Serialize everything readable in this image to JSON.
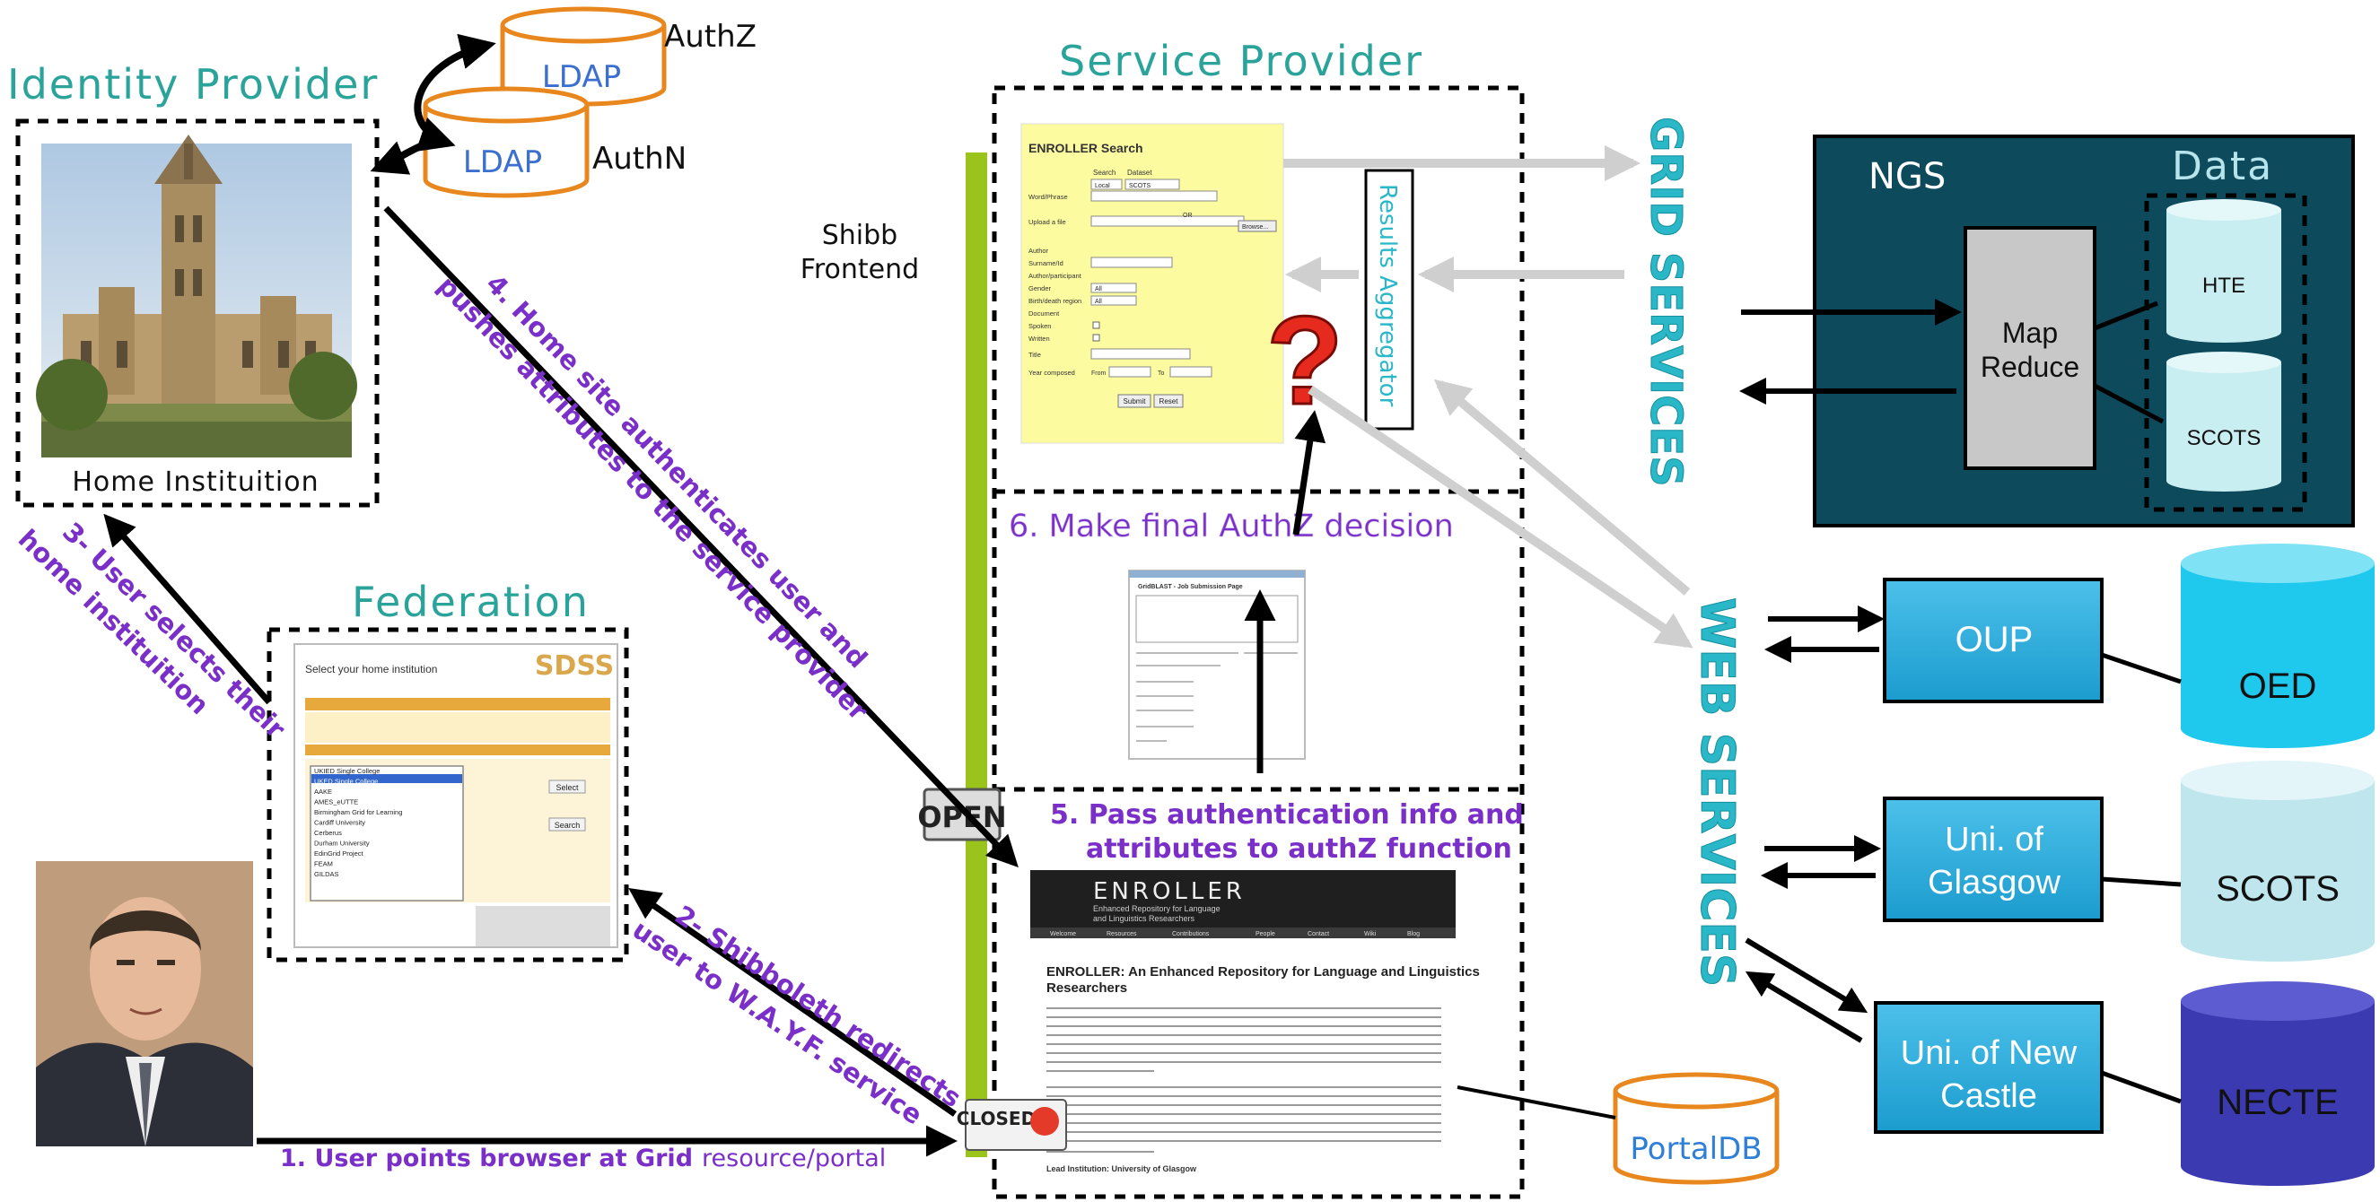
{
  "identity_provider": {
    "title": "Identity Provider",
    "caption": "Home Instituition",
    "ldap_authz": "LDAP",
    "ldap_authn": "LDAP",
    "authz_label": "AuthZ",
    "authn_label": "AuthN"
  },
  "federation": {
    "title": "Federation",
    "screenshot_title": "Select your home institution",
    "logo": "SDSS",
    "list": [
      "UKIED Single College",
      "UKED Single College",
      "AAKE",
      "AMES_eUTTE",
      "Birmingham Grid for Learning",
      "Cardiff University",
      "Cerberus",
      "Durham University",
      "EdinGrid Project",
      "FEAM",
      "GILDAS"
    ],
    "select_button": "Select",
    "search_button": "Search"
  },
  "service_provider": {
    "title": "Service Provider",
    "shibb_frontend": [
      "Shibb",
      "Frontend"
    ],
    "results_aggregator": "Results Aggregator",
    "enroller_search": {
      "title": "ENROLLER Search",
      "fields": [
        "Word/Phrase",
        "Upload a file",
        "Author",
        "Surname/Id",
        "Author/participant",
        "Gender",
        "Birth/death region",
        "Document",
        "Spoken",
        "Written",
        "Title",
        "Year composed"
      ],
      "search_col": "Search",
      "dataset_col": "Dataset",
      "search_value": "Local",
      "dataset_value": "SCOTS",
      "or": "OR",
      "browse": "Browse...",
      "all": "All",
      "from": "From",
      "to": "To",
      "submit": "Submit",
      "reset": "Reset"
    },
    "authz_decision": "6. Make final AuthZ decision",
    "gridblast": "GridBLAST - Job Submission Page",
    "pass_info": [
      "5. Pass authentication info and",
      "attributes to authZ function"
    ],
    "enroller_site": {
      "banner": "ENROLLER",
      "banner_sub": [
        "Enhanced Repository for Language",
        "and Linguistics Researchers"
      ],
      "nav": [
        "Welcome",
        "Resources",
        "Contributions",
        "People",
        "Contact",
        "Wiki",
        "Blog"
      ],
      "heading": [
        "ENROLLER: An Enhanced Repository for Language and Linguistics",
        "Researchers"
      ],
      "lead": "Lead Institution: University of Glasgow"
    },
    "open_sign": "OPEN",
    "closed_sign": "CLOSED",
    "portaldb": "PortalDB"
  },
  "steps": {
    "step1_bold": "1. User points browser at Grid",
    "step1_rest": "resource/portal",
    "step2": [
      "2- Shibboleth redirects",
      "user to W.A.Y.F. service"
    ],
    "step3": [
      "3- User selects their",
      "home instituition"
    ],
    "step4": [
      "4. Home site authenticates user and",
      "pushes attributes to the service provider"
    ]
  },
  "services": {
    "grid": "GRID SERVICES",
    "web": "WEB SERVICES"
  },
  "ngs": {
    "title": "NGS",
    "data_label": "Data",
    "mapreduce": [
      "Map",
      "Reduce"
    ],
    "hte": "HTE",
    "scots": "SCOTS"
  },
  "providers": [
    {
      "name": [
        "OUP"
      ],
      "db": "OED"
    },
    {
      "name": [
        "Uni. of",
        "Glasgow"
      ],
      "db": "SCOTS"
    },
    {
      "name": [
        "Uni. of New",
        "Castle"
      ],
      "db": "NECTE"
    }
  ],
  "colors": {
    "teal_title": "#2aa39a",
    "purple": "#7a2fc8",
    "ldap_orange": "#e8871e",
    "ldap_text": "#3b6fd0",
    "cyan_services": "#2ab7c8",
    "ngs_bg": "#0d4a5c",
    "provider_blue": "#1fb0d8",
    "oed_cyan": "#1fc9ee",
    "scots_light": "#bfe6ec",
    "necte_purple": "#3b3ab0",
    "green_bar": "#9ac31c",
    "portaldb_text": "#2e7fd8"
  }
}
